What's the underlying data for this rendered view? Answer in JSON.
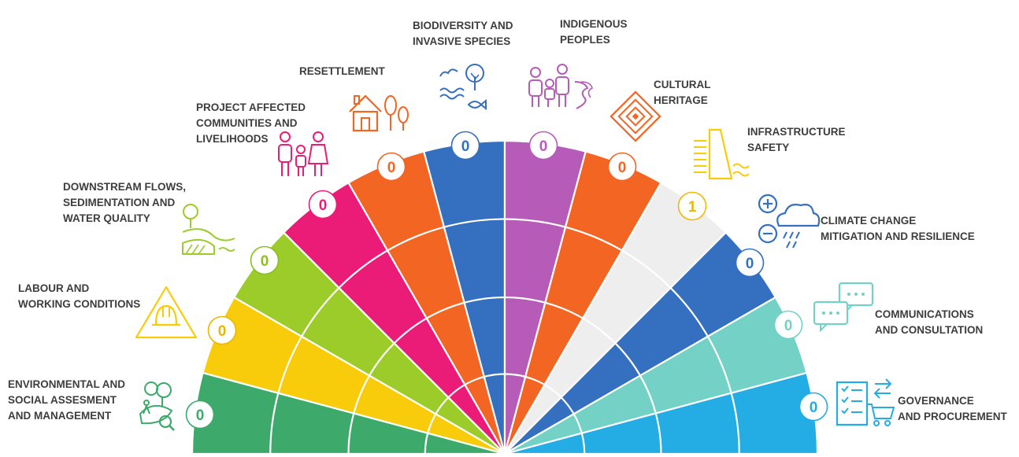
{
  "center": "",
  "segments": [
    {
      "id": "environmental",
      "label": [
        "ENVIRONMENTAL AND",
        "SOCIAL ASSESMENT",
        "AND MANAGEMENT"
      ],
      "count": "0",
      "color": "#3daa6b",
      "icon": "environment-assessment-icon"
    },
    {
      "id": "labour",
      "label": [
        "LABOUR AND",
        "WORKING CONDITIONS"
      ],
      "count": "0",
      "color": "#f8cc0a",
      "icon": "hard-hat-warning-icon"
    },
    {
      "id": "downstream",
      "label": [
        "DOWNSTREAM FLOWS,",
        "SEDIMENTATION AND",
        "WATER QUALITY"
      ],
      "count": "0",
      "color": "#9ccc2a",
      "icon": "river-flow-icon"
    },
    {
      "id": "communities",
      "label": [
        "PROJECT AFFECTED",
        "COMMUNITIES AND",
        "LIVELIHOODS"
      ],
      "count": "0",
      "color": "#ea1c77",
      "icon": "family-icon"
    },
    {
      "id": "resettlement",
      "label": [
        "RESETTLEMENT"
      ],
      "count": "0",
      "color": "#f26522",
      "icon": "house-trees-icon"
    },
    {
      "id": "biodiversity",
      "label": [
        "BIODIVERSITY AND",
        "INVASIVE SPECIES"
      ],
      "count": "0",
      "color": "#356fbf",
      "icon": "nature-fish-icon"
    },
    {
      "id": "indigenous",
      "label": [
        "INDIGENOUS",
        "PEOPLES"
      ],
      "count": "0",
      "color": "#b65cb8",
      "icon": "indigenous-people-icon"
    },
    {
      "id": "cultural",
      "label": [
        "CULTURAL",
        "HERITAGE"
      ],
      "count": "0",
      "color": "#f26522",
      "icon": "heritage-pattern-icon"
    },
    {
      "id": "infrastructure",
      "label": [
        "INFRASTRUCTURE",
        "SAFETY"
      ],
      "count": "1",
      "color": "#eeeeee",
      "icon": "dam-icon"
    },
    {
      "id": "climate",
      "label": [
        "CLIMATE CHANGE",
        "MITIGATION AND RESILIENCE"
      ],
      "count": "0",
      "color": "#356fbf",
      "icon": "climate-cloud-icon"
    },
    {
      "id": "communications",
      "label": [
        "COMMUNICATIONS",
        "AND CONSULTATION"
      ],
      "count": "0",
      "color": "#73d1c5",
      "icon": "chat-bubbles-icon"
    },
    {
      "id": "governance",
      "label": [
        "GOVERNANCE",
        "AND PROCUREMENT"
      ],
      "count": "0",
      "color": "#24ace5",
      "icon": "checklist-cart-icon"
    }
  ],
  "icon_colors": {
    "environmental": "#3daa6b",
    "labour": "#f8cc0a",
    "downstream": "#9ccc2a",
    "communities": "#ea1c77",
    "resettlement": "#f26522",
    "biodiversity": "#356fbf",
    "indigenous": "#b65cb8",
    "cultural": "#f26522",
    "infrastructure": "#f8cc0a",
    "climate": "#356fbf",
    "communications": "#73d1c5",
    "governance": "#24ace5"
  },
  "badge_text_colors": {
    "environmental": "#3daa6b",
    "labour": "#e8b800",
    "downstream": "#8abf1f",
    "communities": "#ea1c77",
    "resettlement": "#f26522",
    "biodiversity": "#356fbf",
    "indigenous": "#b65cb8",
    "cultural": "#f26522",
    "infrastructure": "#f2b705",
    "climate": "#356fbf",
    "communications": "#73d1c5",
    "governance": "#24ace5"
  }
}
